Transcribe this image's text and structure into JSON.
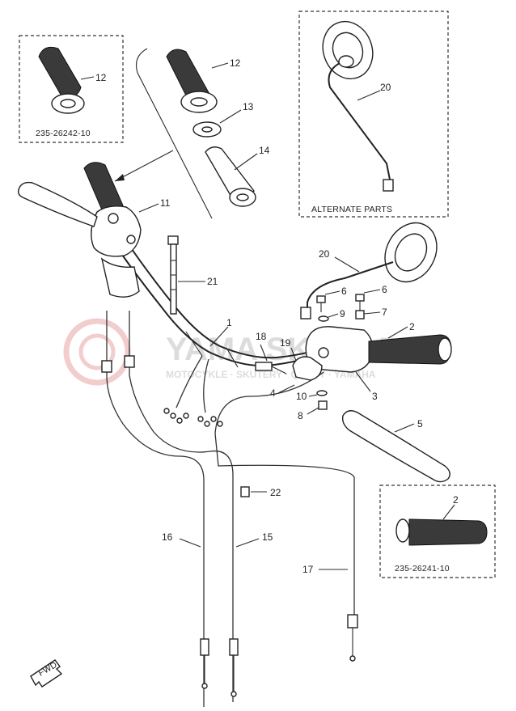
{
  "watermark": {
    "line1": "YAMA SKLEP.PL",
    "line2": "MOTOCYKLE · SKUTERY · QUADY · YAMAHA"
  },
  "inset_left": {
    "part": "12",
    "code": "235-26242-10"
  },
  "inset_right_top": {
    "part": "20",
    "caption": "ALTERNATE PARTS"
  },
  "inset_right_bottom": {
    "part": "2",
    "code": "235-26241-10"
  },
  "labels": {
    "p1": "1",
    "p2": "2",
    "p3": "3",
    "p4": "4",
    "p5": "5",
    "p6a": "6",
    "p6b": "6",
    "p7": "7",
    "p8": "8",
    "p9": "9",
    "p10": "10",
    "p11": "11",
    "p12": "12",
    "p13": "13",
    "p14": "14",
    "p15": "15",
    "p16": "16",
    "p17": "17",
    "p18": "18",
    "p19": "19",
    "p20": "20",
    "p21": "21",
    "p22": "22"
  },
  "fwd": "FWD"
}
